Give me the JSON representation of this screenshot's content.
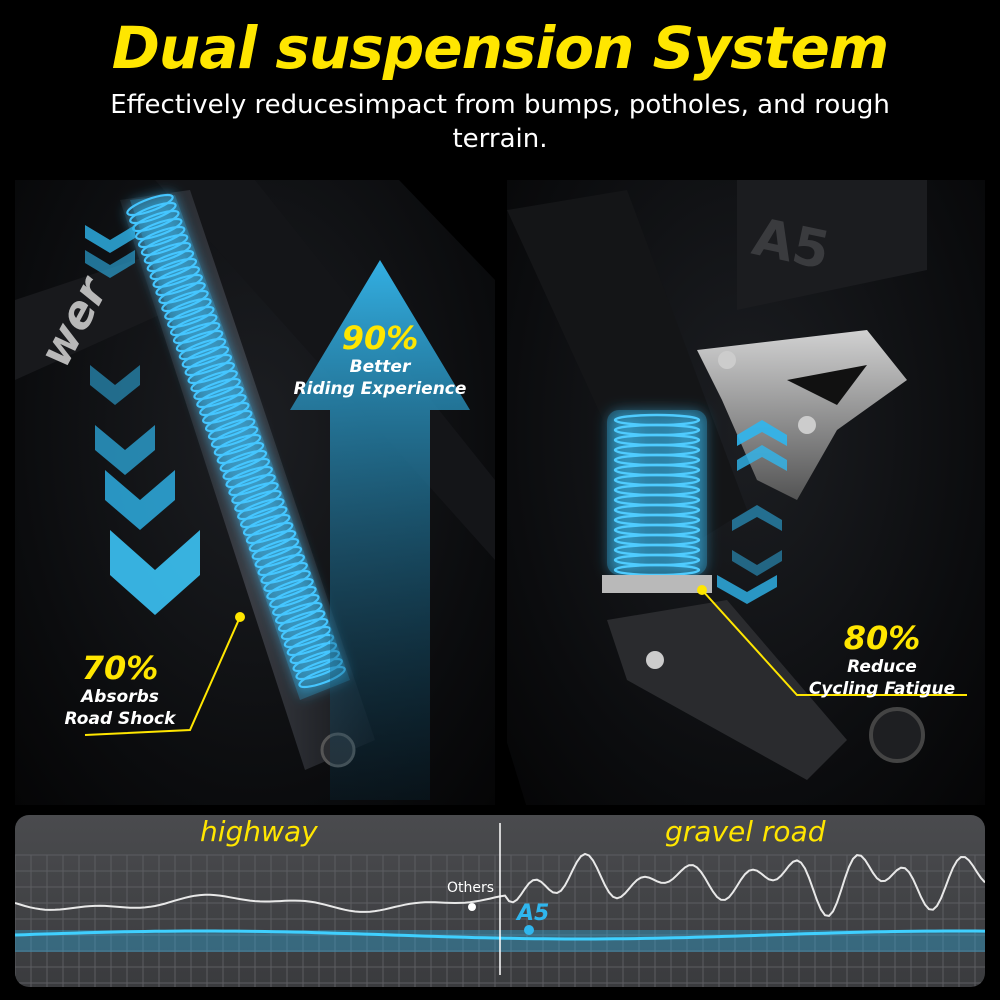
{
  "header": {
    "title": "Dual suspension System",
    "subtitle": "Effectively reducesimpact from bumps, potholes, and rough terrain."
  },
  "left_panel": {
    "brand_fragment": "wer",
    "stat_up": {
      "percent": "90%",
      "label_line1": "Better",
      "label_line2": "Riding Experience"
    },
    "stat_down": {
      "percent": "70%",
      "label_line1": "Absorbs",
      "label_line2": "Road Shock"
    }
  },
  "right_panel": {
    "model_badge": "A5",
    "stat": {
      "percent": "80%",
      "label_line1": "Reduce",
      "label_line2": "Cycling Fatigue"
    }
  },
  "graph": {
    "left_label": "highway",
    "right_label": "gravel road",
    "others_label": "Others",
    "a5_label": "A5"
  },
  "colors": {
    "accent_yellow": "#ffe600",
    "spring_blue": "#2fb6ee",
    "background": "#000000"
  }
}
